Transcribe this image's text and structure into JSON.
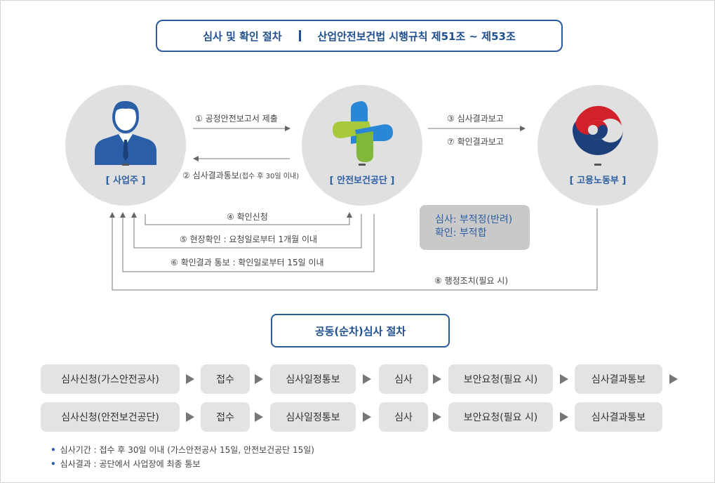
{
  "header": {
    "title_left": "심사 및 확인 절차",
    "title_right": "산업안전보건법 시행규칙 제51조 ~ 제53조"
  },
  "orgs": {
    "employer": "[ 사업주 ]",
    "kosha": "[ 안전보건공단 ]",
    "ministry": "[ 고용노동부 ]"
  },
  "arrows": {
    "a1": "① 공정안전보고서 제출",
    "a2_main": "② 심사결과통보",
    "a2_note": "(접수 후 30일 이내)",
    "a3": "③ 심사결과보고",
    "a7": "⑦ 확인결과보고",
    "a4": "④ 확인신청",
    "a5": "⑤ 현장확인 : 요청일로부터 1개월 이내",
    "a6": "⑥ 확인결과 통보 : 확인일로부터 15일 이내",
    "a8": "⑧ 행정조치(필요 시)"
  },
  "result_box": {
    "line1": "심사: 부적정(반려)",
    "line2": "확인: 부적합"
  },
  "joint": {
    "title": "공동(순차)심사 절차",
    "row1": [
      "심사신청(가스안전공사)",
      "접수",
      "심사일정통보",
      "심사",
      "보안요청(필요 시)",
      "심사결과통보"
    ],
    "row2": [
      "심사신청(안전보건공단)",
      "접수",
      "심사일정통보",
      "심사",
      "보안요청(필요 시)",
      "심사결과통보"
    ]
  },
  "notes": [
    "심사기간 : 접수 후 30일 이내 (가스안전공사 15일, 안전보건공단 15일)",
    "심사결과 : 공단에서 사업장에 최종 통보"
  ],
  "colors": {
    "accent": "#1f4f8f",
    "label_blue": "#2d5fa3",
    "step_bg": "#e3e3e3",
    "circle_bg": "#e0e0e0"
  }
}
